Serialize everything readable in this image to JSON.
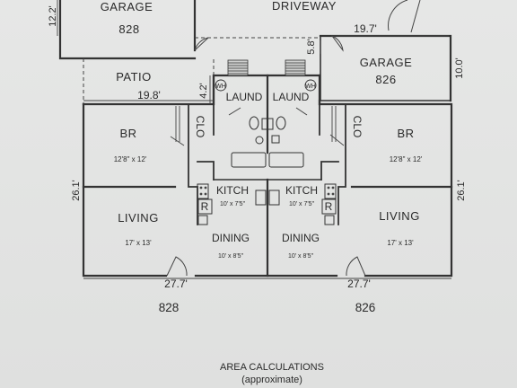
{
  "top": {
    "garage_left": "GARAGE",
    "garage_left_unit": "828",
    "driveway": "DRIVEWAY",
    "garage_right": "GARAGE",
    "garage_right_unit": "826",
    "dim_garage_left_width": "12.2'",
    "dim_driveway_right": "19.7'",
    "dim_driveway_left": "5.8'",
    "dim_garage_right_depth": "10.0'",
    "patio": "PATIO",
    "dim_patio": "19.8'",
    "dim_patio_height": "4.2'"
  },
  "unit_left": {
    "laundry": "LAUND",
    "water_heater": "WH",
    "bedroom": "BR",
    "bedroom_size": "12'8\" x 12'",
    "closet": "CLO",
    "kitchen": "KITCH",
    "kitchen_size": "10' x 7'5\"",
    "refrigerator": "R",
    "living": "LIVING",
    "living_size": "17' x 13'",
    "dining": "DINING",
    "dining_size": "10' x 8'5\"",
    "dim_depth": "26.1'",
    "dim_width": "27.7'",
    "unit_number": "828"
  },
  "unit_right": {
    "laundry": "LAUND",
    "water_heater": "WH",
    "bedroom": "BR",
    "bedroom_size": "12'8\" x 12'",
    "closet": "CLO",
    "kitchen": "KITCH",
    "kitchen_size": "10' x 7'5\"",
    "refrigerator": "R",
    "living": "LIVING",
    "living_size": "17' x 13'",
    "dining": "DINING",
    "dining_size": "10' x 8'5\"",
    "dim_depth": "26.1'",
    "dim_width": "27.7'",
    "unit_number": "826"
  },
  "footer": {
    "title": "AREA CALCULATIONS",
    "subtitle": "(approximate)"
  }
}
